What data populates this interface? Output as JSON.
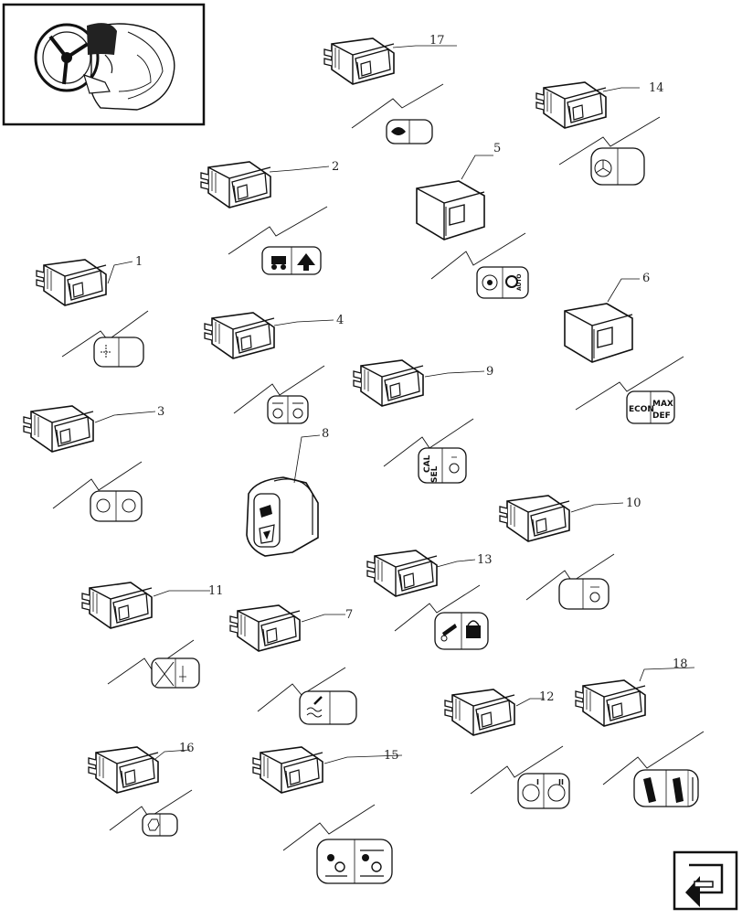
{
  "callouts": {
    "c1": "1",
    "c2": "2",
    "c3": "3",
    "c4": "4",
    "c5": "5",
    "c6": "6",
    "c7": "7",
    "c8": "8",
    "c9": "9",
    "c10": "10",
    "c11": "11",
    "c12": "12",
    "c13": "13",
    "c14": "14",
    "c15": "15",
    "c16": "16",
    "c17": "17",
    "c18": "18"
  },
  "symbol_text": {
    "econ": "ECON",
    "max": "MAX",
    "def": "DEF",
    "cal": "CAL",
    "sel": "SEL",
    "auto": "AUTO",
    "roman_one": "I",
    "roman_two": "II"
  },
  "icons": {
    "locator": "tractor-cab-steering-wheel-icon",
    "nav": "previous-page-arrow-icon"
  }
}
